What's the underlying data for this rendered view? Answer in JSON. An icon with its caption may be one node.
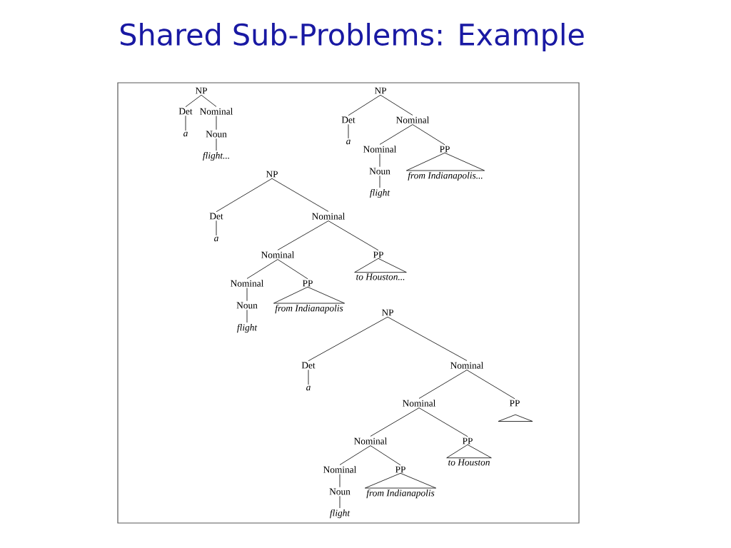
{
  "diagram": {
    "title": "Shared Sub-Problems: Example",
    "nodes": [
      {
        "text": [
          "NP"
        ]
      },
      {
        "text": [
          "Det"
        ]
      },
      {
        "text": [
          "Nominal"
        ]
      },
      {
        "text": [
          "a"
        ]
      },
      {
        "text": [
          "Noun"
        ]
      },
      {
        "text": [
          "flight..."
        ]
      },
      {
        "text": [
          "NP"
        ]
      },
      {
        "text": [
          "Det"
        ]
      },
      {
        "text": [
          "Nominal"
        ]
      },
      {
        "text": [
          "a"
        ]
      },
      {
        "text": [
          "Nominal"
        ]
      },
      {
        "text": [
          "PP"
        ]
      },
      {
        "text": [
          "Noun"
        ]
      },
      {
        "text": [
          "flight"
        ]
      },
      {
        "text": [
          "from Indianapolis..."
        ]
      },
      {
        "text": [
          "NP"
        ]
      },
      {
        "text": [
          "Det"
        ]
      },
      {
        "text": [
          "Nominal"
        ]
      },
      {
        "text": [
          "a"
        ]
      },
      {
        "text": [
          "Nominal"
        ]
      },
      {
        "text": [
          "PP"
        ]
      },
      {
        "text": [
          "Nominal"
        ]
      },
      {
        "text": [
          "PP"
        ]
      },
      {
        "text": [
          "to Houston..."
        ]
      },
      {
        "text": [
          "Noun"
        ]
      },
      {
        "text": [
          "flight"
        ]
      },
      {
        "text": [
          "from Indianapolis"
        ]
      },
      {
        "text": [
          "NP"
        ]
      },
      {
        "text": [
          "Det"
        ]
      },
      {
        "text": [
          "Nominal"
        ]
      },
      {
        "text": [
          "a"
        ]
      },
      {
        "text": [
          "Nominal"
        ]
      },
      {
        "text": [
          "PP"
        ]
      },
      {
        "text": [
          "Nominal"
        ]
      },
      {
        "text": [
          "PP"
        ]
      },
      {
        "text": [],
        "shape": "triangle"
      },
      {
        "text": [
          "Nominal"
        ]
      },
      {
        "text": [
          "PP"
        ]
      },
      {
        "text": [
          "to Houston"
        ]
      },
      {
        "text": [
          "Noun"
        ]
      },
      {
        "text": [
          "from Indianapolis"
        ]
      },
      {
        "text": [
          "flight"
        ]
      }
    ],
    "edges": [
      {
        "from": 0,
        "to": 1,
        "arrow": "none"
      },
      {
        "from": 0,
        "to": 2,
        "arrow": "none"
      },
      {
        "from": 1,
        "to": 3,
        "arrow": "none"
      },
      {
        "from": 2,
        "to": 4,
        "arrow": "none"
      },
      {
        "from": 4,
        "to": 5,
        "arrow": "none"
      },
      {
        "from": 6,
        "to": 7,
        "arrow": "none"
      },
      {
        "from": 6,
        "to": 8,
        "arrow": "none"
      },
      {
        "from": 7,
        "to": 9,
        "arrow": "none"
      },
      {
        "from": 8,
        "to": 10,
        "arrow": "none"
      },
      {
        "from": 8,
        "to": 11,
        "arrow": "none"
      },
      {
        "from": 10,
        "to": 12,
        "arrow": "none"
      },
      {
        "from": 12,
        "to": 13,
        "arrow": "none"
      },
      {
        "from": 11,
        "to": 14,
        "arrow": "none"
      },
      {
        "from": 15,
        "to": 16,
        "arrow": "none"
      },
      {
        "from": 15,
        "to": 17,
        "arrow": "none"
      },
      {
        "from": 16,
        "to": 18,
        "arrow": "none"
      },
      {
        "from": 17,
        "to": 19,
        "arrow": "none"
      },
      {
        "from": 17,
        "to": 20,
        "arrow": "none"
      },
      {
        "from": 19,
        "to": 21,
        "arrow": "none"
      },
      {
        "from": 19,
        "to": 22,
        "arrow": "none"
      },
      {
        "from": 20,
        "to": 23,
        "arrow": "none"
      },
      {
        "from": 21,
        "to": 24,
        "arrow": "none"
      },
      {
        "from": 24,
        "to": 25,
        "arrow": "none"
      },
      {
        "from": 22,
        "to": 26,
        "arrow": "none"
      },
      {
        "from": 27,
        "to": 28,
        "arrow": "none"
      },
      {
        "from": 27,
        "to": 29,
        "arrow": "none"
      },
      {
        "from": 28,
        "to": 30,
        "arrow": "none"
      },
      {
        "from": 29,
        "to": 31,
        "arrow": "none"
      },
      {
        "from": 29,
        "to": 32,
        "arrow": "none"
      },
      {
        "from": 31,
        "to": 33,
        "arrow": "none"
      },
      {
        "from": 31,
        "to": 34,
        "arrow": "none"
      },
      {
        "from": 34,
        "to": 38,
        "arrow": "none"
      },
      {
        "from": 33,
        "to": 36,
        "arrow": "none"
      },
      {
        "from": 33,
        "to": 37,
        "arrow": "none"
      },
      {
        "from": 36,
        "to": 39,
        "arrow": "none"
      },
      {
        "from": 39,
        "to": 41,
        "arrow": "none"
      },
      {
        "from": 37,
        "to": 40,
        "arrow": "none"
      }
    ]
  }
}
